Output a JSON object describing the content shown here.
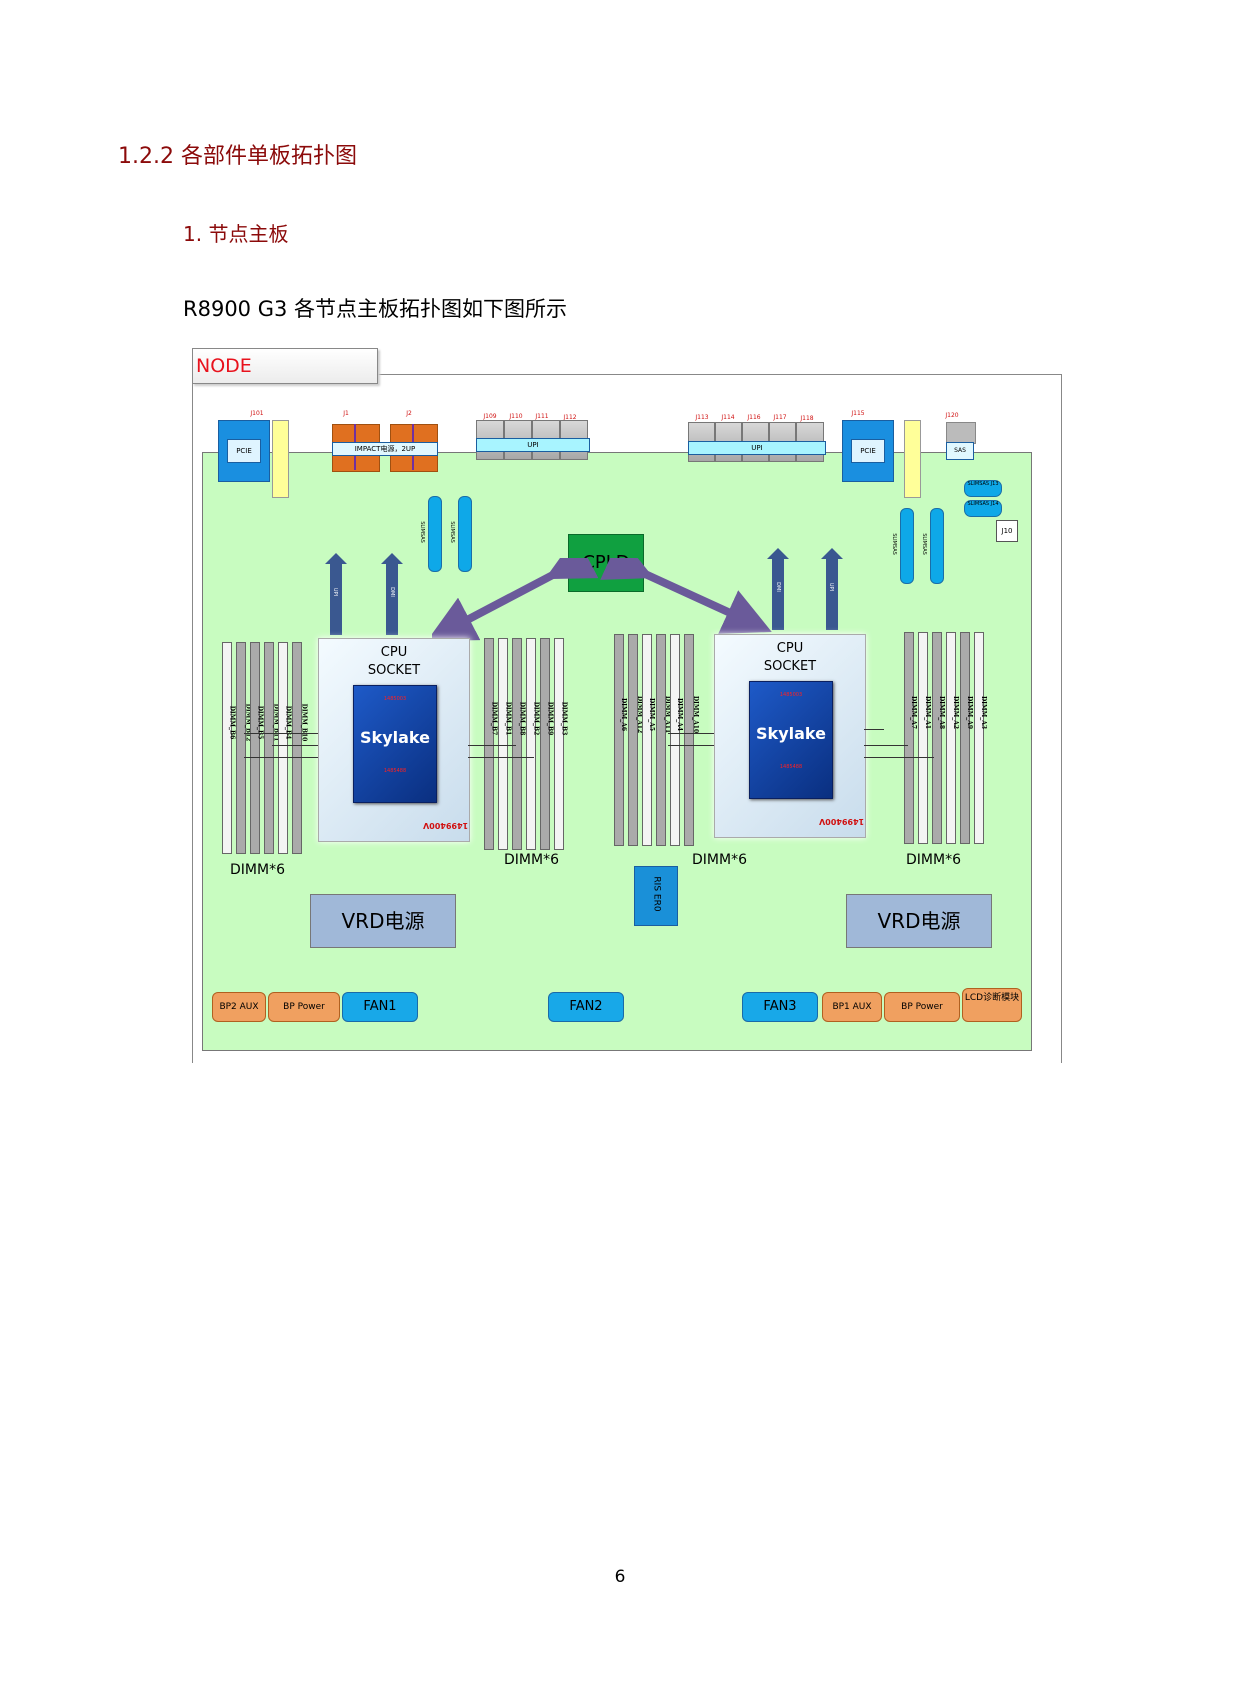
{
  "heading": "1.2.2  各部件单板拓扑图",
  "subheading": "1. 节点主板",
  "intro": "R8900 G3 各节点主板拓扑图如下图所示",
  "page_number": "6",
  "diagram": {
    "node_tab": "NODE",
    "top_connectors": {
      "j101": "J101",
      "j1": "J1",
      "j2": "J2",
      "j109": "J109",
      "j110": "J110",
      "j111": "J111",
      "j112": "J112",
      "j113": "J113",
      "j114": "J114",
      "j116": "J116",
      "j117": "J117",
      "j118": "J118",
      "j115": "J115",
      "j120": "J120"
    },
    "pcie_left": "PCIE",
    "pcie_right": "PCIE",
    "impact": "IMPACT电源，2UP",
    "upi_left": "UPI",
    "upi_right": "UPI",
    "sas": "SAS",
    "slimsas_j13": "SLIMSAS J13",
    "slimsas_j14": "SLIMSAS J14",
    "slimsas_vertical": "SLIMSAS",
    "j10": "J10",
    "cpld": "CPLD",
    "dmi": "DMI",
    "upi_small": "UPI",
    "cpu_socket_line1": "CPU",
    "cpu_socket_line2": "SOCKET",
    "skylake": "Skylake",
    "chip_code_top": "1485003",
    "chip_code_bottom": "1485488",
    "socket_mirror": "1499400V",
    "dimm_label": "DIMM*6",
    "cpu_b_left_dimms": [
      "DIMM_B6",
      "DIMM_B12",
      "DIMM_B5",
      "DIMM_B11",
      "DIMM_B4",
      "DIMM_B10"
    ],
    "cpu_b_right_dimms": [
      "DIMM_B7",
      "DIMM_B1",
      "DIMM_B8",
      "DIMM_B2",
      "DIMM_B9",
      "DIMM_B3"
    ],
    "cpu_a_left_dimms": [
      "DIMM_A6",
      "DIMM_A12",
      "DIMM_A5",
      "DIMM_A11",
      "DIMM_A4",
      "DIMM_A10"
    ],
    "cpu_a_right_dimms": [
      "DIMM_A7",
      "DIMM_A1",
      "DIMM_A8",
      "DIMM_A2",
      "DIMM_A9",
      "DIMM_A3"
    ],
    "vrd_left": "VRD电源",
    "vrd_right": "VRD电源",
    "riser": "RIS ER0",
    "bottom": {
      "bp2_aux": "BP2 AUX",
      "bp_power_left": "BP Power",
      "fan1": "FAN1",
      "fan2": "FAN2",
      "fan3": "FAN3",
      "bp1_aux": "BP1 AUX",
      "bp_power_right": "BP Power",
      "lcd": "LCD诊断模块"
    }
  }
}
